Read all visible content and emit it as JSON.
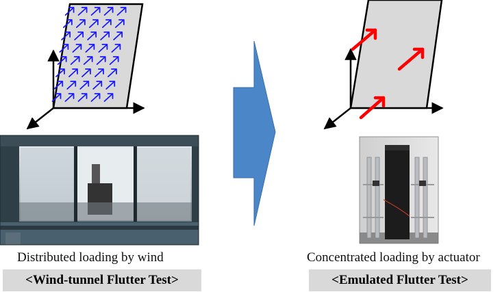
{
  "left": {
    "caption": "Distributed loading by wind",
    "label": "<Wind-tunnel Flutter Test>",
    "arrow_color": "#1a1aff",
    "photo_name": "wind-tunnel-photo"
  },
  "right": {
    "caption": "Concentrated loading by actuator",
    "label": "<Emulated Flutter Test>",
    "arrow_color": "#ff0000",
    "photo_name": "actuator-rig-photo"
  },
  "colors": {
    "plate_fill": "#d9d9d9",
    "block_arrow": "#4a86c8",
    "label_bg": "#d9d9d9"
  }
}
